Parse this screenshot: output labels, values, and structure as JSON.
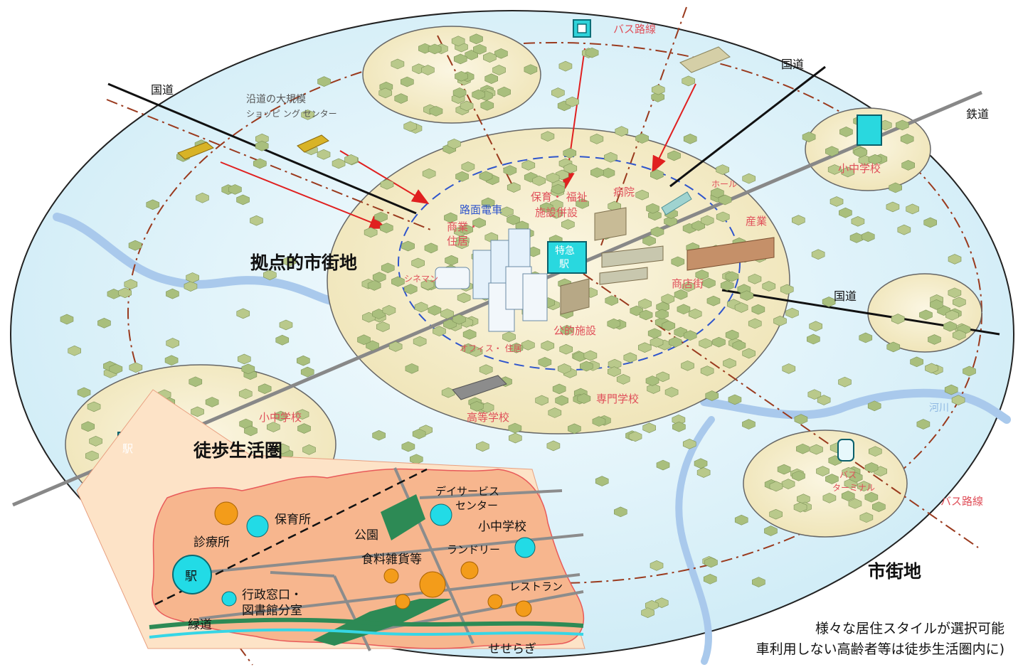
{
  "labels": {
    "bus_route_top": "バス路線",
    "national_road_left": "国道",
    "national_road_top_right": "国道",
    "national_road_right": "国道",
    "railway": "鉄道",
    "shopping_line1": "沿道の大規模",
    "shopping_line2": "ショッピ ング センター",
    "hub_district": "拠点的市街地",
    "tram": "路面電車",
    "commerce_line1": "商業・",
    "commerce_line2": "住居",
    "cinema": "シネマン",
    "childcare_line1": "保育・ 福祉",
    "childcare_line2": "施設併設",
    "hospital": "病院",
    "hall": "ホール",
    "industry": "産業",
    "express_line1": "特急",
    "express_line2": "駅",
    "shopping_street": "商店街",
    "public_facility": "公的施設",
    "office_housing": "オフィス・ 住居",
    "high_school": "高等学校",
    "vocational_school": "専門学校",
    "school_upper_right": "小中学校",
    "school_left": "小中学校",
    "walking_area": "徒歩生活圏",
    "station": "駅",
    "river": "河川",
    "bus_terminal_line1": "バス",
    "bus_terminal_line2": "ターミナル",
    "bus_route_right": "バス路線",
    "urban_area": "市街地"
  },
  "inset": {
    "clinic": "診療所",
    "nursery": "保育所",
    "park": "公園",
    "day_service_line1": "デイサービス",
    "day_service_line2": "センター",
    "school": "小中学校",
    "laundry": "ランドリー",
    "grocery": "食料雑貨等",
    "station": "駅",
    "admin_line1": "行政窓口・",
    "admin_line2": "図書館分室",
    "restaurant": "レストラン",
    "greenway": "緑道",
    "stream": "せせらぎ"
  },
  "footnote": {
    "line1": "様々な居住スタイルが選択可能",
    "line2": "車利用しない高齢者等は徒歩生活圏内に)"
  },
  "colors": {
    "outer_fill": "#dff3fa",
    "district_fill": "#f4ecc9",
    "inset_fill": "#f7b68e",
    "arrow_red": "#e02020",
    "tram_blue": "#2f55cc",
    "rail_gray": "#888888",
    "dashdot_brown": "#9a3a1e",
    "river_blue": "#a9c9ec",
    "park_green": "#2d8a55",
    "orange_node": "#f39c1a",
    "cyan_node": "#22dbe6"
  }
}
